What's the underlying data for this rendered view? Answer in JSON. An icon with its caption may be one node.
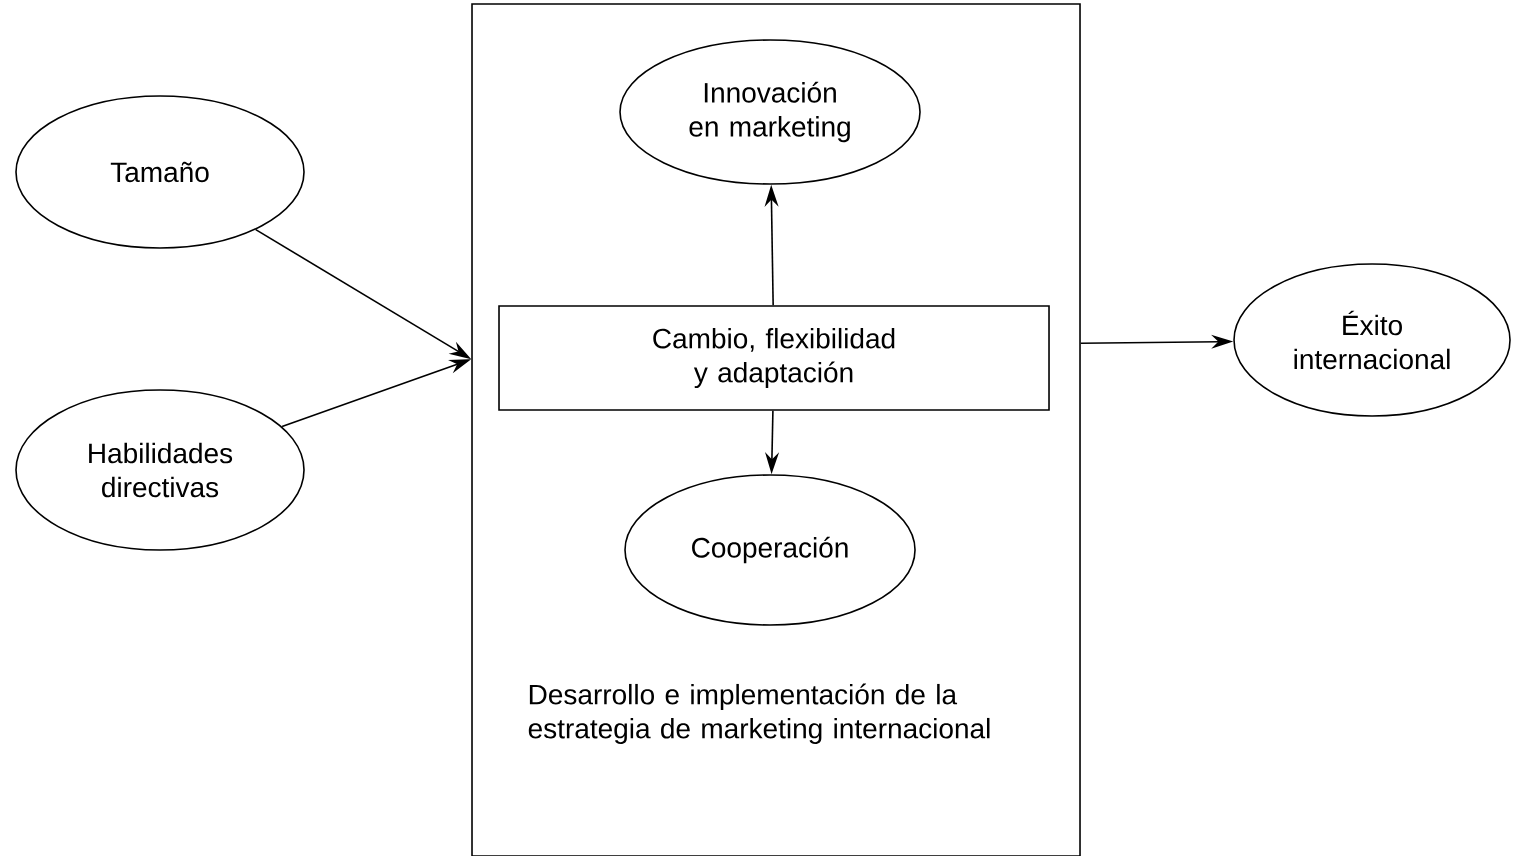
{
  "diagram": {
    "nodes": [
      {
        "text": [
          "Tamaño"
        ]
      },
      {
        "text": [
          "Habilidades directivas"
        ]
      },
      {
        "text": [
          "Desarrollo e implementación de la estrategia de marketing internacional"
        ]
      },
      {
        "text": [
          "Innovación en marketing"
        ],
        "in": 2
      },
      {
        "text": [
          "Cambio, flexibilidad y adaptación"
        ],
        "in": 2
      },
      {
        "text": [
          "Cooperación"
        ],
        "in": 2
      },
      {
        "text": [
          "Éxito internacional"
        ]
      }
    ],
    "edges": [
      {
        "from": 0,
        "to": 2,
        "arrow": "to"
      },
      {
        "from": 1,
        "to": 2,
        "arrow": "to"
      },
      {
        "from": 4,
        "to": 3,
        "arrow": "to"
      },
      {
        "from": 4,
        "to": 5,
        "arrow": "to"
      },
      {
        "from": 2,
        "to": 6,
        "arrow": "to"
      }
    ]
  }
}
